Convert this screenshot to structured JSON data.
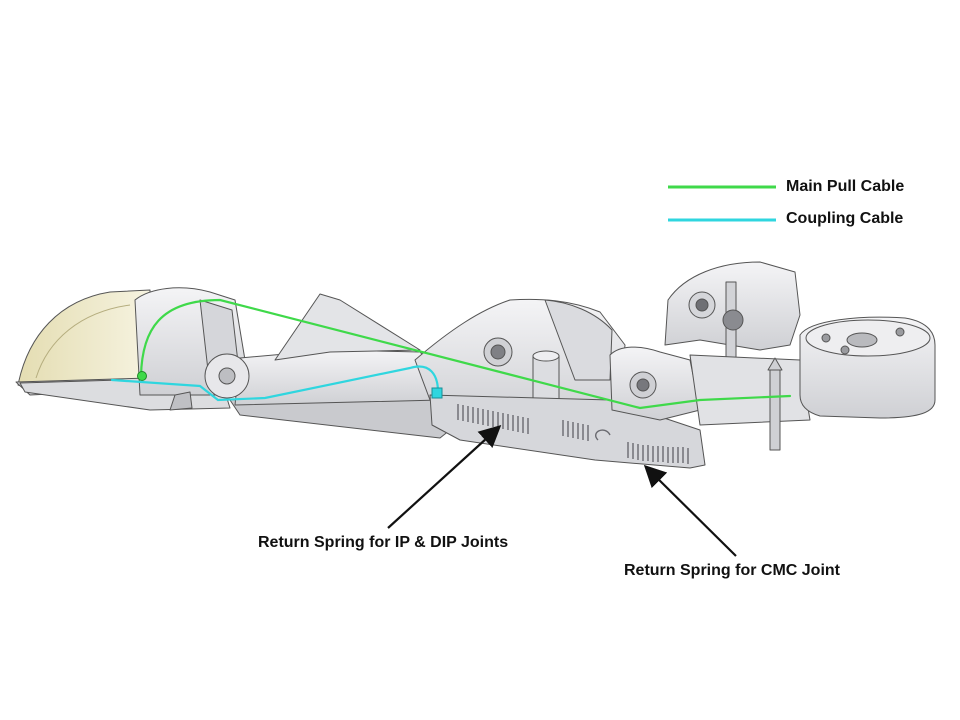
{
  "legend": {
    "main_pull_cable": {
      "label": "Main Pull Cable",
      "color": "#3fd94a"
    },
    "coupling_cable": {
      "label": "Coupling Cable",
      "color": "#2fd6df"
    }
  },
  "callouts": {
    "ip_dip_spring": {
      "label": "Return Spring for IP & DIP Joints"
    },
    "cmc_spring": {
      "label": "Return Spring for CMC Joint"
    }
  },
  "colors": {
    "part_fill": "#e9e9ec",
    "part_shadow": "#c7c8cc",
    "part_stroke": "#555558",
    "fingertip_fill": "#ece7c6",
    "arrow": "#111111"
  }
}
